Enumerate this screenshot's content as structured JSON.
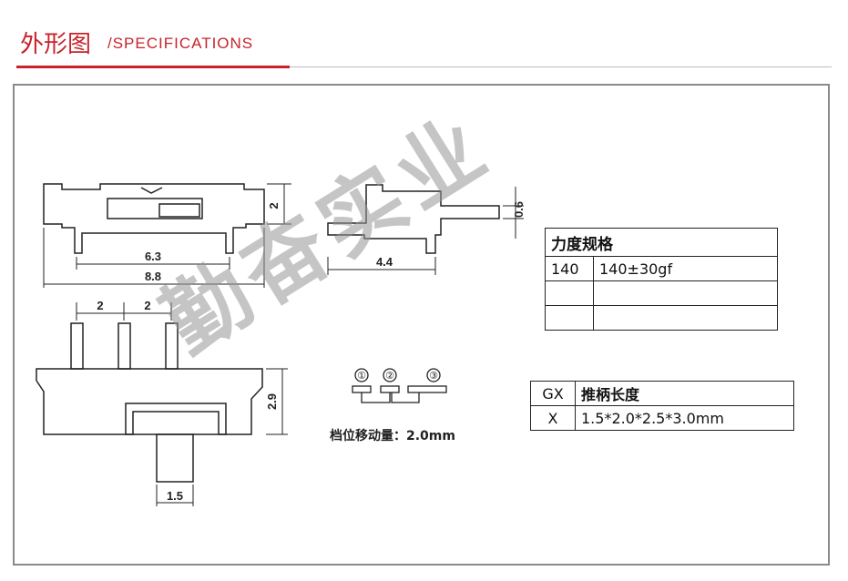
{
  "header": {
    "title_cn": "外形图",
    "title_en": "/SPECIFICATIONS"
  },
  "watermark": "勤奋实业",
  "dimensions": {
    "top_h": "2",
    "top_inner": "6.3",
    "top_total": "8.8",
    "side_t": "0.6",
    "side_len": "4.4",
    "pin_a": "2",
    "pin_b": "2",
    "front_h": "2.9",
    "lever_w": "1.5"
  },
  "positions": {
    "p1": "①",
    "p2": "②",
    "p3": "③"
  },
  "note": "档位移动量：2.0mm",
  "force_table": {
    "header": "力度规格",
    "rows": [
      [
        "140",
        "140±30gf"
      ],
      [
        "",
        ""
      ],
      [
        "",
        ""
      ]
    ]
  },
  "length_table": {
    "col1": "GX",
    "col2": "推柄长度",
    "row_key": "X",
    "row_val": "1.5*2.0*2.5*3.0mm"
  },
  "colors": {
    "accent": "#c8232c",
    "line": "#222222",
    "frame": "#8a8a8a"
  }
}
